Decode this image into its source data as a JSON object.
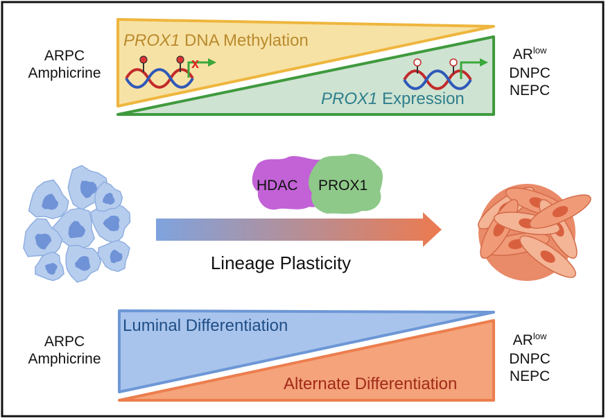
{
  "top_panel": {
    "left_states": [
      "ARPC",
      "Amphicrine"
    ],
    "right_states": {
      "ar_low_base": "AR",
      "ar_low_sup": "low",
      "dnpc": "DNPC",
      "nepc": "NEPC"
    },
    "methylation_label": {
      "gene": "PROX1",
      "rest": " DNA Methylation"
    },
    "expression_label": {
      "gene": "PROX1",
      "rest": " Expression"
    }
  },
  "middle": {
    "hdac_label": "HDAC",
    "prox1_label": "PROX1",
    "process_label": "Lineage Plasticity"
  },
  "bottom_panel": {
    "left_states": [
      "ARPC",
      "Amphicrine"
    ],
    "right_states": {
      "ar_low_base": "AR",
      "ar_low_sup": "low",
      "dnpc": "DNPC",
      "nepc": "NEPC"
    },
    "luminal_label": "Luminal Differentiation",
    "alternate_label": "Alternate Differentiation"
  },
  "colors": {
    "methylation_fill": "#f7e2a6",
    "methylation_stroke": "#eeb63e",
    "expression_fill": "#cfe3d2",
    "expression_stroke": "#3f9a3e",
    "methylation_text": "#b98a2c",
    "expression_text": "#2e7f8c",
    "luminal_fill": "#a9c4ec",
    "luminal_stroke": "#6d97d6",
    "luminal_text": "#1f4e86",
    "alternate_fill": "#f5a37a",
    "alternate_stroke": "#ec7e4e",
    "alternate_text": "#a02a1a",
    "hdac": "#c262d6",
    "prox1": "#8fc98a",
    "arrow_start": "#7fa3de",
    "arrow_end": "#ec7a4f"
  }
}
